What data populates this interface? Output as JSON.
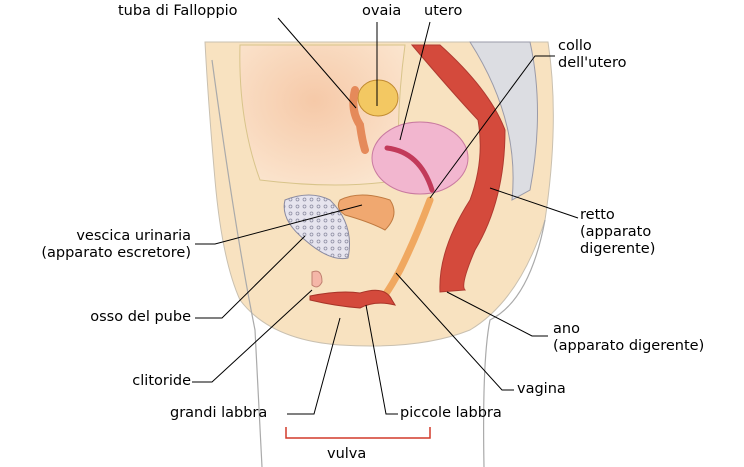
{
  "labels": {
    "tuba": "tuba di Falloppio",
    "ovaia": "ovaia",
    "utero": "utero",
    "collo_1": "collo",
    "collo_2": "dell'utero",
    "retto_1": "retto",
    "retto_2": "(apparato",
    "retto_3": "digerente)",
    "vescica_1": "vescica urinaria",
    "vescica_2": "(apparato escretore)",
    "osso": "osso del pube",
    "ano_1": "ano",
    "ano_2": "(apparato digerente)",
    "clitoride": "clitoride",
    "vagina": "vagina",
    "grandi": "grandi labbra",
    "piccole": "piccole labbra",
    "vulva": "vulva"
  },
  "colors": {
    "bracket": "#d23a2a",
    "skin": "#f8e2c0",
    "rectum": "#d44a3c",
    "uterus": "#f2b6cf"
  }
}
